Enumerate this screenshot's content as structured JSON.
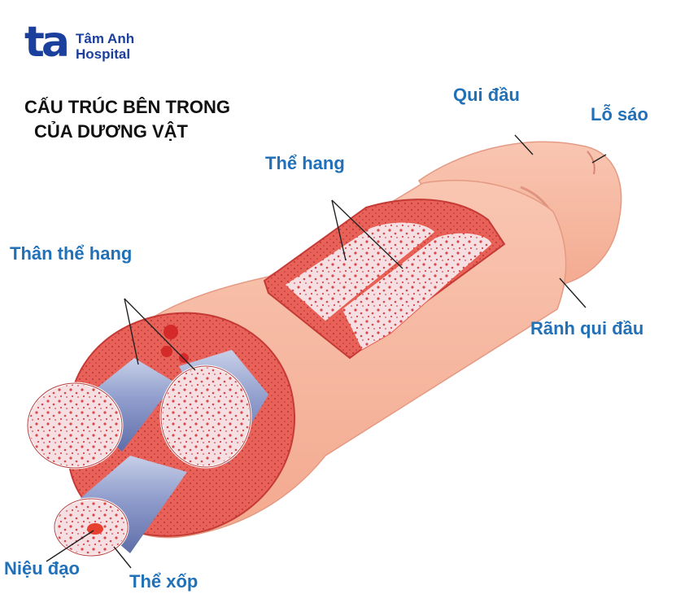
{
  "logo": {
    "mark": "ta",
    "line1": "Tâm Anh",
    "line2": "Hospital"
  },
  "title": {
    "line1": "CẤU TRÚC BÊN TRONG",
    "line2": "CỦA DƯƠNG VẬT"
  },
  "labels": {
    "qui_dau": "Qui đầu",
    "lo_sao": "Lỗ sáo",
    "the_hang": "Thể hang",
    "than_the_hang": "Thân thể hang",
    "ranh_qui_dau": "Rãnh qui đầu",
    "nieu_dao": "Niệu đạo",
    "the_xop": "Thể xốp"
  },
  "colors": {
    "label_blue": "#2271b8",
    "brand_blue": "#1a3f9c",
    "skin": "#f7b79f",
    "tissue": "#e85a4b",
    "sponge": "#f3d3d8",
    "tube": "#9aa7d0"
  }
}
